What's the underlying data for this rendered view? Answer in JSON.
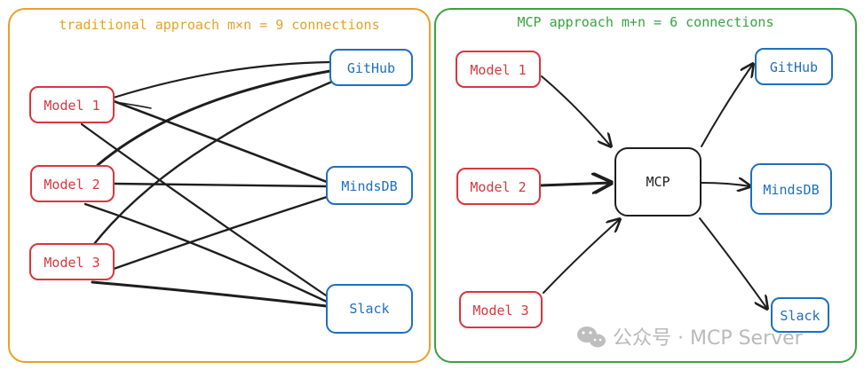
{
  "colors": {
    "left_panel": "#e8a02b",
    "right_panel": "#3aa243",
    "model": "#d9363e",
    "tool": "#1f6fc0",
    "hub": "#1e1e1e",
    "line": "#1e1e1e",
    "watermark": "#b3b3b3"
  },
  "left_panel": {
    "title": "traditional approach m×n = 9 connections",
    "models": [
      "Model 1",
      "Model 2",
      "Model 3"
    ],
    "tools": [
      "GitHub",
      "MindsDB",
      "Slack"
    ]
  },
  "right_panel": {
    "title": "MCP approach m+n = 6 connections",
    "models": [
      "Model 1",
      "Model 2",
      "Model 3"
    ],
    "hub": "MCP",
    "tools": [
      "GitHub",
      "MindsDB",
      "Slack"
    ]
  },
  "watermark": {
    "text": "公众号 · MCP Server",
    "icon": "wechat-icon"
  }
}
